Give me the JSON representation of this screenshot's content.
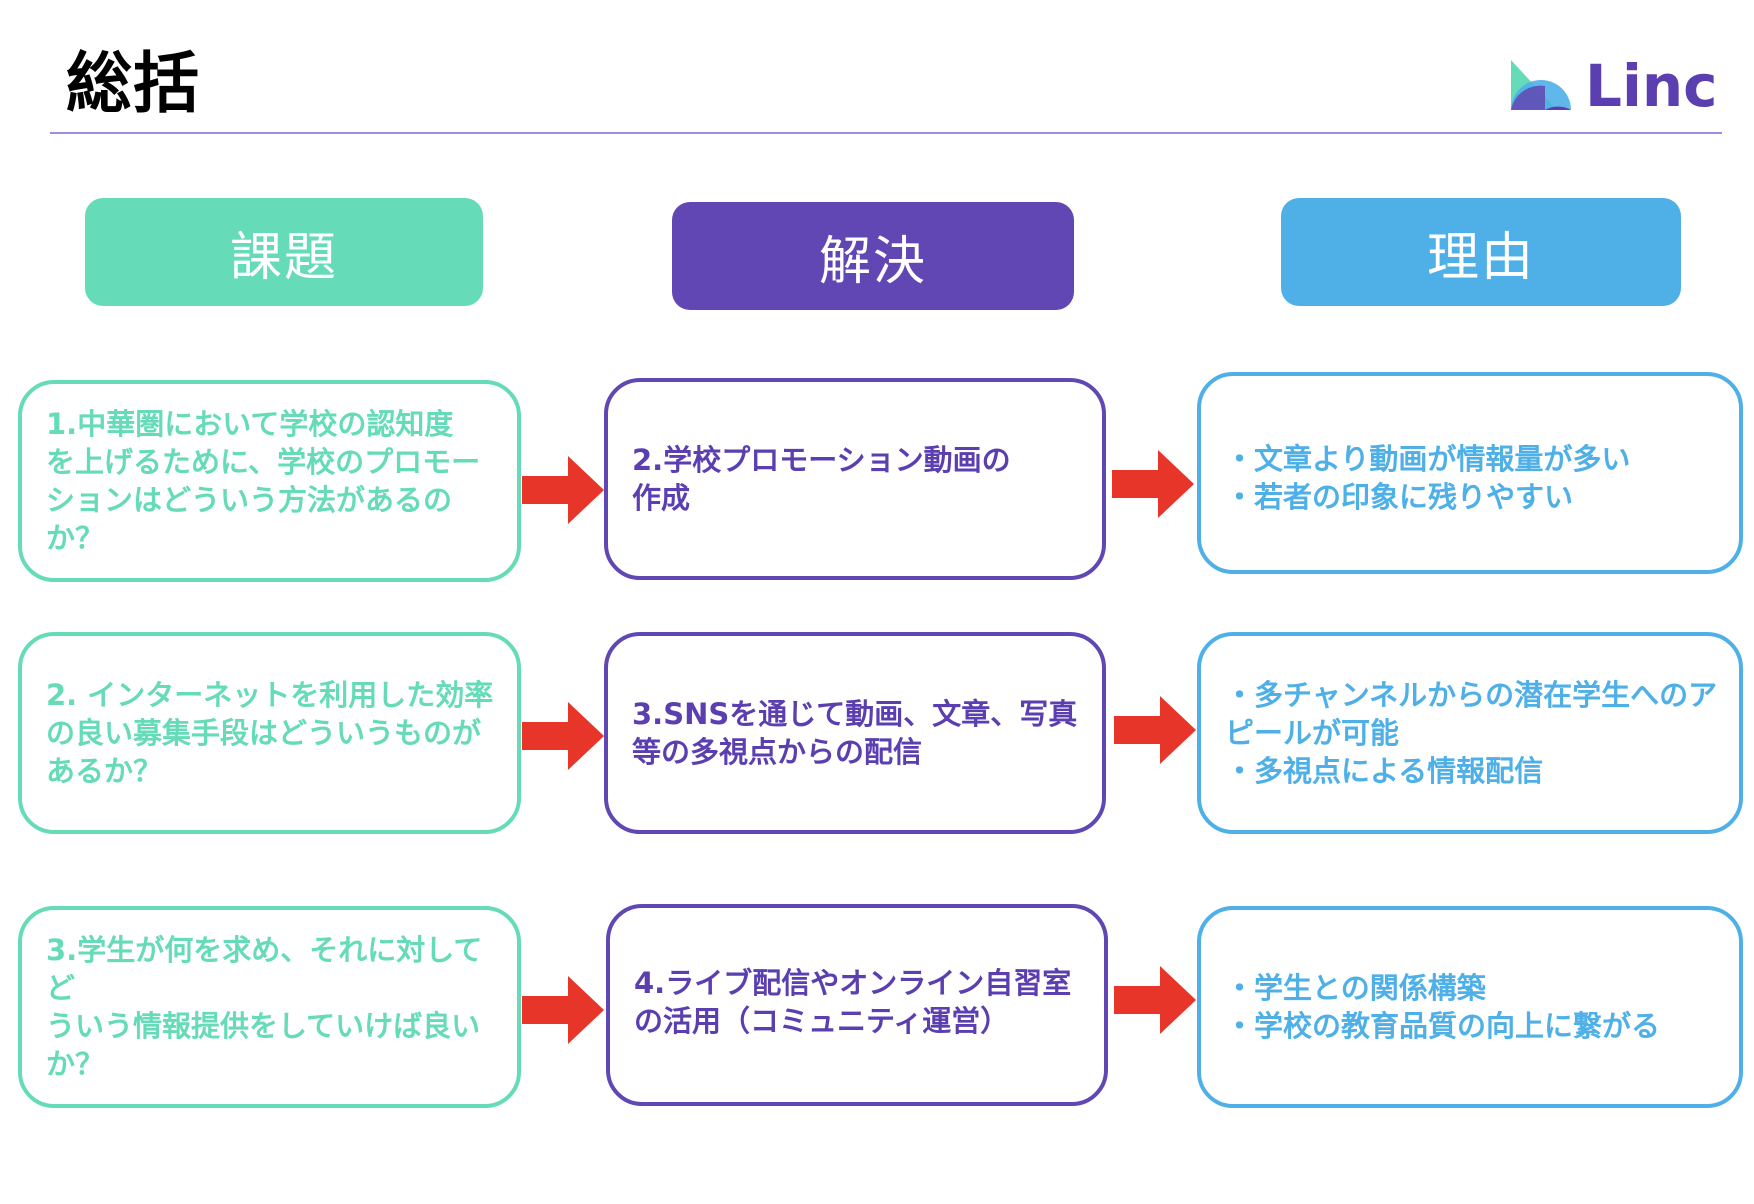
{
  "slide": {
    "title": "総括"
  },
  "logo": {
    "text": "Linc"
  },
  "headers": {
    "issue": "課題",
    "solution": "解決",
    "reason": "理由"
  },
  "rows": [
    {
      "issue": "1.中華圏において学校の認知度\nを上げるために、学校のプロモー\nションはどういう方法があるのか？",
      "solution": "2.学校プロモーション動画の\n作成",
      "reason": "・文章より動画が情報量が多い\n・若者の印象に残りやすい"
    },
    {
      "issue": "2. インターネットを利用した効率\nの良い募集手段はどういうものが\nあるか？",
      "solution": "3.SNSを通じて動画、文章、写真\n等の多視点からの配信",
      "reason": "・多チャンネルからの潜在学生へのア\nピールが可能\n・多視点による情報配信"
    },
    {
      "issue": "3.学生が何を求め、それに対してど\nういう情報提供をしていけば良い\nか？",
      "solution": "4.ライブ配信やオンライン自習室\nの活用（コミュニティ運営）",
      "reason": "・学生との関係構築\n・学校の教育品質の向上に繋がる"
    }
  ],
  "colors": {
    "issue": "#66dbb8",
    "solution": "#6147b3",
    "reason": "#4fb0e8",
    "arrow": "#e8352a",
    "rule": "#9b8ee0"
  }
}
